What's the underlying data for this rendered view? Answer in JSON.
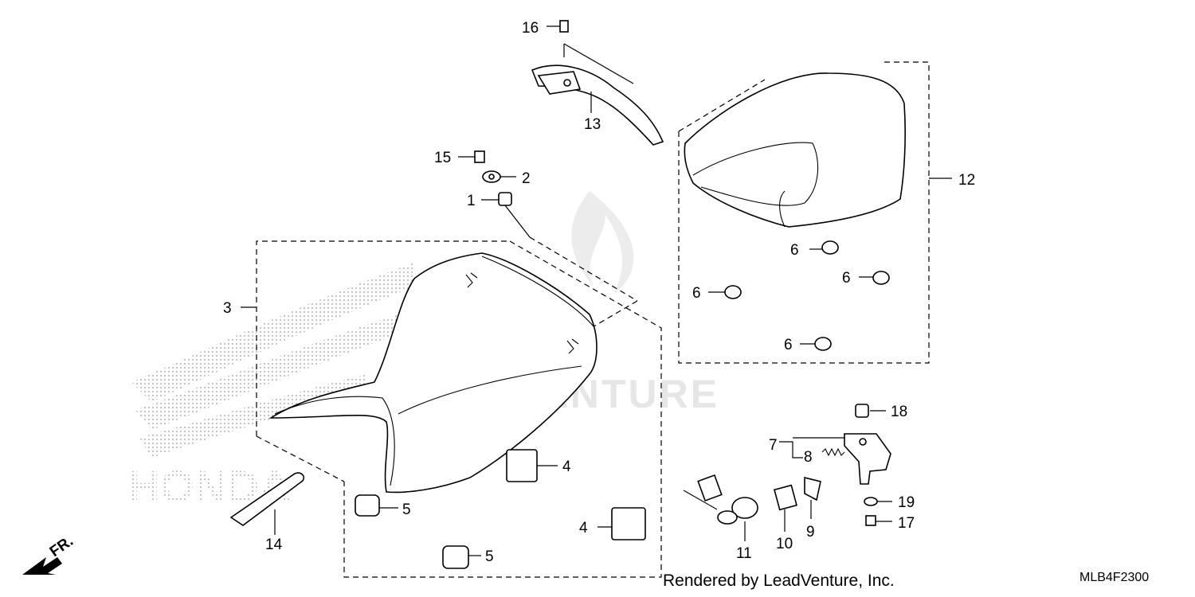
{
  "diagram": {
    "orientation_label": "FR.",
    "footer_credit": "Rendered by LeadVenture, Inc.",
    "diagram_code": "MLB4F2300",
    "watermark_text": "LEADVENTURE",
    "background_logo_text": "HONDA",
    "callouts": {
      "c1": "1",
      "c2": "2",
      "c3": "3",
      "c4a": "4",
      "c4b": "4",
      "c5a": "5",
      "c5b": "5",
      "c6a": "6",
      "c6b": "6",
      "c6c": "6",
      "c6d": "6",
      "c7": "7",
      "c8": "8",
      "c9": "9",
      "c10": "10",
      "c11": "11",
      "c12": "12",
      "c13": "13",
      "c14": "14",
      "c15": "15",
      "c16": "16",
      "c17": "17",
      "c18": "18",
      "c19": "19"
    }
  },
  "colors": {
    "line": "#000000",
    "watermark": "#e6e6e6",
    "dot_pattern": "#bdbdbd"
  }
}
